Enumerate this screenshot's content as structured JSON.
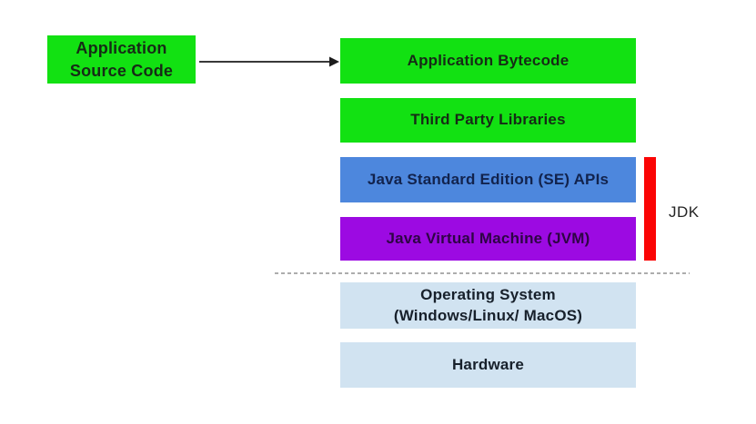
{
  "diagram": {
    "app_source": {
      "line1": "Application",
      "line2": "Source Code"
    },
    "app_bytecode": {
      "label": "Application Bytecode"
    },
    "third_party": {
      "label": "Third Party Libraries"
    },
    "se_apis": {
      "label": "Java Standard Edition (SE) APIs"
    },
    "jvm": {
      "label": "Java Virtual Machine (JVM)"
    },
    "jdk": {
      "label": "JDK"
    },
    "os": {
      "line1": "Operating System",
      "line2": "(Windows/Linux/ MacOS)"
    },
    "hardware": {
      "label": "Hardware"
    },
    "colors": {
      "green": "#12e112",
      "blue": "#4d87dd",
      "purple": "#9c0ae2",
      "light_blue": "#d1e3f1",
      "red": "#fb0505",
      "arrow": "#1c1c1c",
      "dashed_line": "#adadad"
    }
  }
}
